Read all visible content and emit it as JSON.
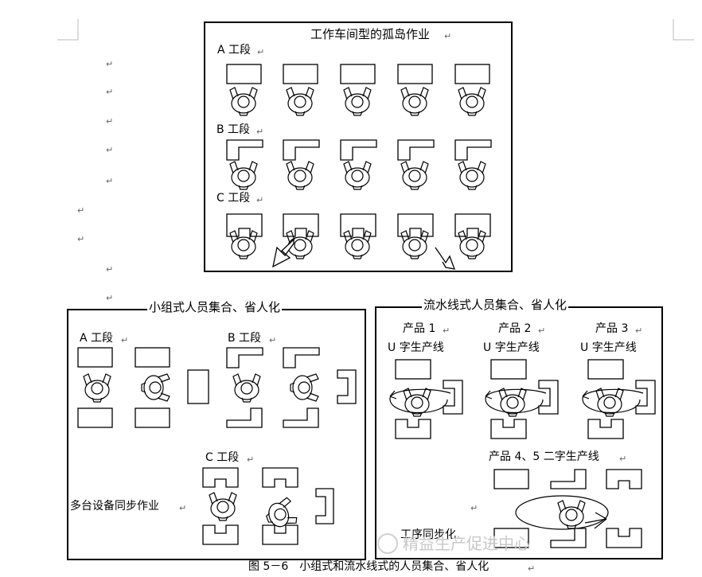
{
  "paragraph_mark": "↵",
  "top_panel": {
    "title": "工作车间型的孤岛作业",
    "row_a": "A 工段",
    "row_b": "B 工段",
    "row_c": "C 工段"
  },
  "left_panel": {
    "title": "小组式人员集合、省人化",
    "a_label": "A 工段",
    "b_label": "B 工段",
    "c_label": "C 工段",
    "multi_label": "多台设备同步作业"
  },
  "right_panel": {
    "title": "流水线式人员集合、省人化",
    "p1": "产品 1",
    "p2": "产品 2",
    "p3": "产品 3",
    "u_line": "U 字生产线",
    "p45": "产品 4、5 二字生产线",
    "sync": "工序同步化"
  },
  "caption": "图 5－6　小组式和流水线式的人员集合、省人化",
  "watermark": "精益生产促进中心"
}
